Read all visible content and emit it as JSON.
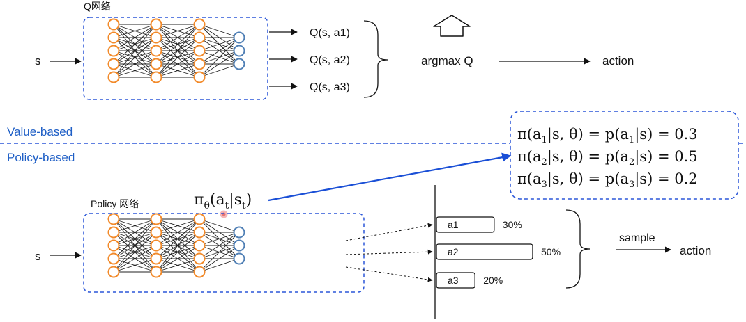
{
  "colors": {
    "dashed_box": "#2b57d9",
    "divider": "#2b57d9",
    "section_label": "#1f5fc6",
    "pointer_arrow": "#1a4fd6",
    "neuron_hidden": "#f28a2a",
    "neuron_output": "#4f7fb5",
    "highlight_dot": "#e57373"
  },
  "value_section": {
    "label": "Value-based",
    "net_title": "Q网络",
    "input": "s",
    "outputs": [
      "Q(s, a1)",
      "Q(s, a2)",
      "Q(s, a3)"
    ],
    "argmax": "argmax Q",
    "action": "action"
  },
  "policy_section": {
    "label": "Policy-based",
    "net_title": "Policy 网络",
    "input": "s",
    "policy_symbol": "πθ(at|st)",
    "policy_symbol_parts": {
      "pi": "π",
      "theta": "θ",
      "a": "a",
      "at_sub": "t",
      "s": "s",
      "st_sub": "t"
    },
    "bars": [
      {
        "label": "a1",
        "value": 30,
        "text": "30%"
      },
      {
        "label": "a2",
        "value": 50,
        "text": "50%"
      },
      {
        "label": "a3",
        "value": 20,
        "text": "20%"
      }
    ],
    "sample": "sample",
    "action": "action"
  },
  "probability_box": {
    "lines": [
      {
        "index": "1",
        "value": "0.3"
      },
      {
        "index": "2",
        "value": "0.5"
      },
      {
        "index": "3",
        "value": "0.2"
      }
    ]
  },
  "network": {
    "hidden_layers": [
      5,
      5,
      5
    ],
    "output_neurons": 3
  }
}
